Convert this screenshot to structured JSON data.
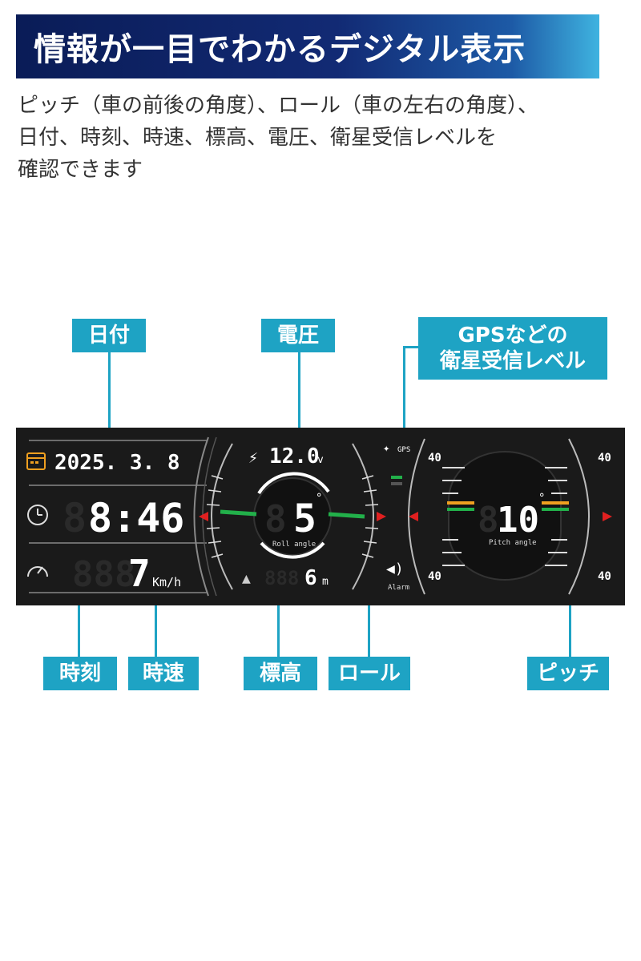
{
  "header": {
    "title": "情報が一目でわかるデジタル表示"
  },
  "description": {
    "line1": "ピッチ（車の前後の角度）、ロール（車の左右の角度）、",
    "line2": "日付、時刻、時速、標高、電圧、衛星受信レベルを",
    "line3": "確認できます"
  },
  "callouts": {
    "date": "日付",
    "voltage": "電圧",
    "gps_line1": "GPSなどの",
    "gps_line2": "衛星受信レベル",
    "time": "時刻",
    "speed": "時速",
    "altitude": "標高",
    "roll": "ロール",
    "pitch": "ピッチ"
  },
  "display": {
    "date": "2025. 3. 8",
    "time": "8:46",
    "speed": "7",
    "speed_unit": "Km/h",
    "voltage": "12.0",
    "voltage_unit": "v",
    "roll_value": "5",
    "roll_label": "Roll angle",
    "altitude": "6",
    "altitude_unit": "m",
    "gps_label": "GPS",
    "alarm_label": "Alarm",
    "pitch_value": "10",
    "pitch_label": "Pitch angle",
    "pitch_scale_top": "40",
    "pitch_scale_bottom": "40",
    "degree": "°"
  },
  "colors": {
    "accent": "#1ea3c4",
    "banner": "#0a1c57",
    "panel": "#1a1a1a",
    "green": "#22b04a",
    "orange": "#f0a020",
    "red": "#e02020"
  }
}
